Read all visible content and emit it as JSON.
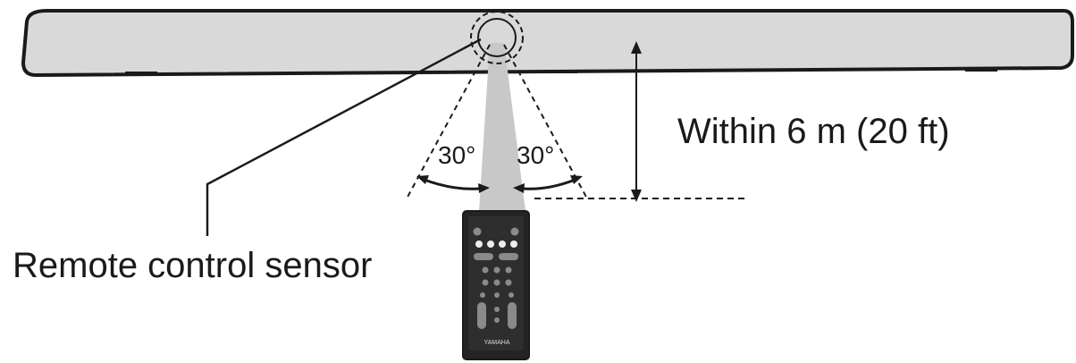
{
  "labels": {
    "distance": "Within 6 m (20 ft)",
    "angle_left": "30°",
    "angle_right": "30°",
    "sensor": "Remote control sensor",
    "remote_brand": "YAMAHA"
  },
  "colors": {
    "bar_fill": "#d9d9d9",
    "outline": "#1a1a1a",
    "beam": "#c8c8c8",
    "remote_body": "#242424",
    "remote_button": "#8a8a8a",
    "remote_button_light": "#eeeeee"
  }
}
